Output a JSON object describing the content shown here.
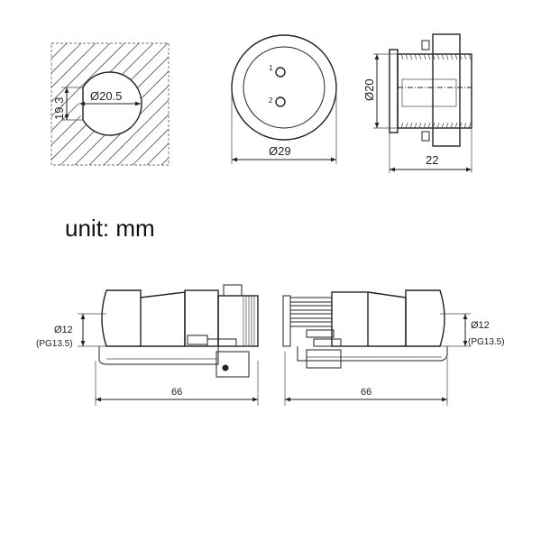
{
  "panel_cutout": {
    "diameter_label": "Ø20.5",
    "height_label": "19.3"
  },
  "front_view": {
    "pin1_label": "1",
    "pin2_label": "2",
    "diameter_label": "Ø29"
  },
  "side_view": {
    "diameter_label": "Ø20",
    "length_label": "22"
  },
  "unit_note": "unit: mm",
  "plug_view": {
    "cable_diameter_label": "Ø12",
    "gland_label": "(PG13.5)",
    "length_label": "66"
  },
  "socket_view": {
    "cable_diameter_label": "Ø12",
    "gland_label": "(PG13.5)",
    "length_label": "66"
  }
}
